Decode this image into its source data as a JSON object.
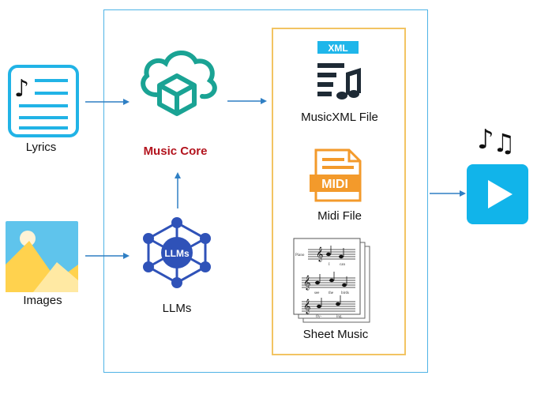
{
  "inputs": {
    "lyrics_label": "Lyrics",
    "images_label": "Images"
  },
  "core": {
    "music_core_label": "Music Core",
    "llms_label": "LLMs",
    "llms_hub_text": "LLMs"
  },
  "outputs": {
    "xml_badge": "XML",
    "musicxml_label": "MusicXML File",
    "midi_badge": "MIDI",
    "midi_label": "Midi File",
    "sheet_label": "Sheet Music",
    "sheet_piano": "Piano",
    "sheet_lyric_1": "I",
    "sheet_lyric_2": "can",
    "sheet_lyric_3": "see",
    "sheet_lyric_4": "the",
    "sheet_lyric_5": "birds",
    "sheet_lyric_6": "fly-",
    "sheet_lyric_7": "ing."
  },
  "colors": {
    "teal": "#1aa394",
    "music_core_red": "#b3141e",
    "blue_frame": "#4fb3e6",
    "gold_frame": "#f2c463",
    "arrow": "#2f7fc4",
    "play_blue": "#11b4ea",
    "midi_orange": "#f39a2b",
    "xml_blue": "#1fb6ea"
  },
  "icons": {
    "lyrics": "lyrics-document-icon",
    "images": "image-icon",
    "music_core": "cloud-cube-icon",
    "llms": "network-hub-icon",
    "musicxml": "musicxml-file-icon",
    "midi": "midi-file-icon",
    "sheet": "sheet-music-icon",
    "notes": "music-notes-icon",
    "play": "play-button-icon"
  }
}
